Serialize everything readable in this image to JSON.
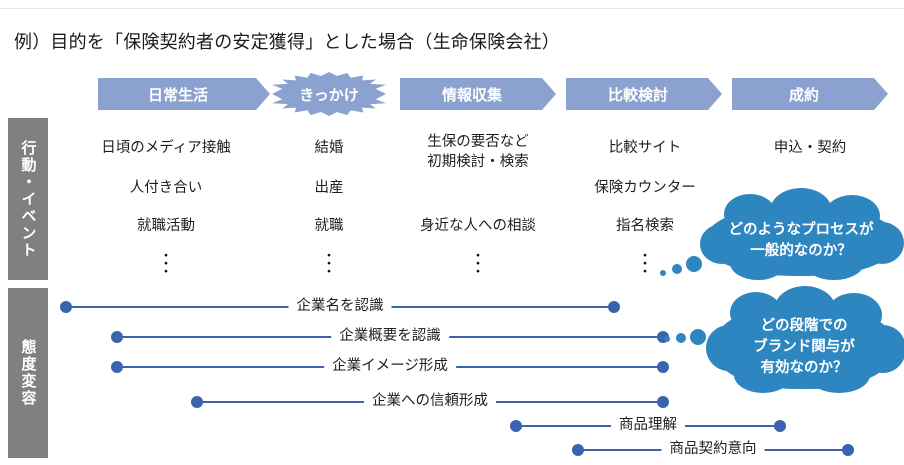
{
  "title": "例）目的を「保険契約者の安定獲得」とした場合（生命保険会社）",
  "colors": {
    "stage_header": "#8BA2D0",
    "band": "#808080",
    "bar": "#3A63AE",
    "bubble": "#2E86C1",
    "text": "#1f1f1f"
  },
  "stages": [
    {
      "label": "日常生活",
      "shape": "chevron"
    },
    {
      "label": "きっかけ",
      "shape": "starburst"
    },
    {
      "label": "情報収集",
      "shape": "chevron"
    },
    {
      "label": "比較検討",
      "shape": "chevron"
    },
    {
      "label": "成約",
      "shape": "chevron"
    }
  ],
  "bands": [
    {
      "label": "行動・イベント"
    },
    {
      "label": "態度変容"
    }
  ],
  "action_rows": [
    {
      "cells": [
        "日頃のメディア接触",
        "結婚",
        "生保の要否など\n初期検討・検索",
        "比較サイト",
        "申込・契約"
      ]
    },
    {
      "cells": [
        "人付き合い",
        "出産",
        "",
        "保険カウンター",
        ""
      ]
    },
    {
      "cells": [
        "就職活動",
        "就職",
        "身近な人への相談",
        "指名検索",
        ""
      ]
    }
  ],
  "ellipsis_columns": [
    1,
    2,
    3,
    4
  ],
  "ellipsis_glyph": "・",
  "attitude_bars": [
    {
      "label": "企業名を認識",
      "start": 62,
      "end": 618
    },
    {
      "label": "企業概要を認識",
      "start": 113,
      "end": 667
    },
    {
      "label": "企業イメージ形成",
      "start": 113,
      "end": 667
    },
    {
      "label": "企業への信頼形成",
      "start": 193,
      "end": 667
    },
    {
      "label": "商品理解",
      "start": 512,
      "end": 784
    },
    {
      "label": "商品契約意向",
      "start": 574,
      "end": 852
    }
  ],
  "bubbles": [
    {
      "text": "どのようなプロセスが\n一般的なのか？"
    },
    {
      "text": "どの段階での\nブランド関与が\n有効なのか？"
    }
  ]
}
